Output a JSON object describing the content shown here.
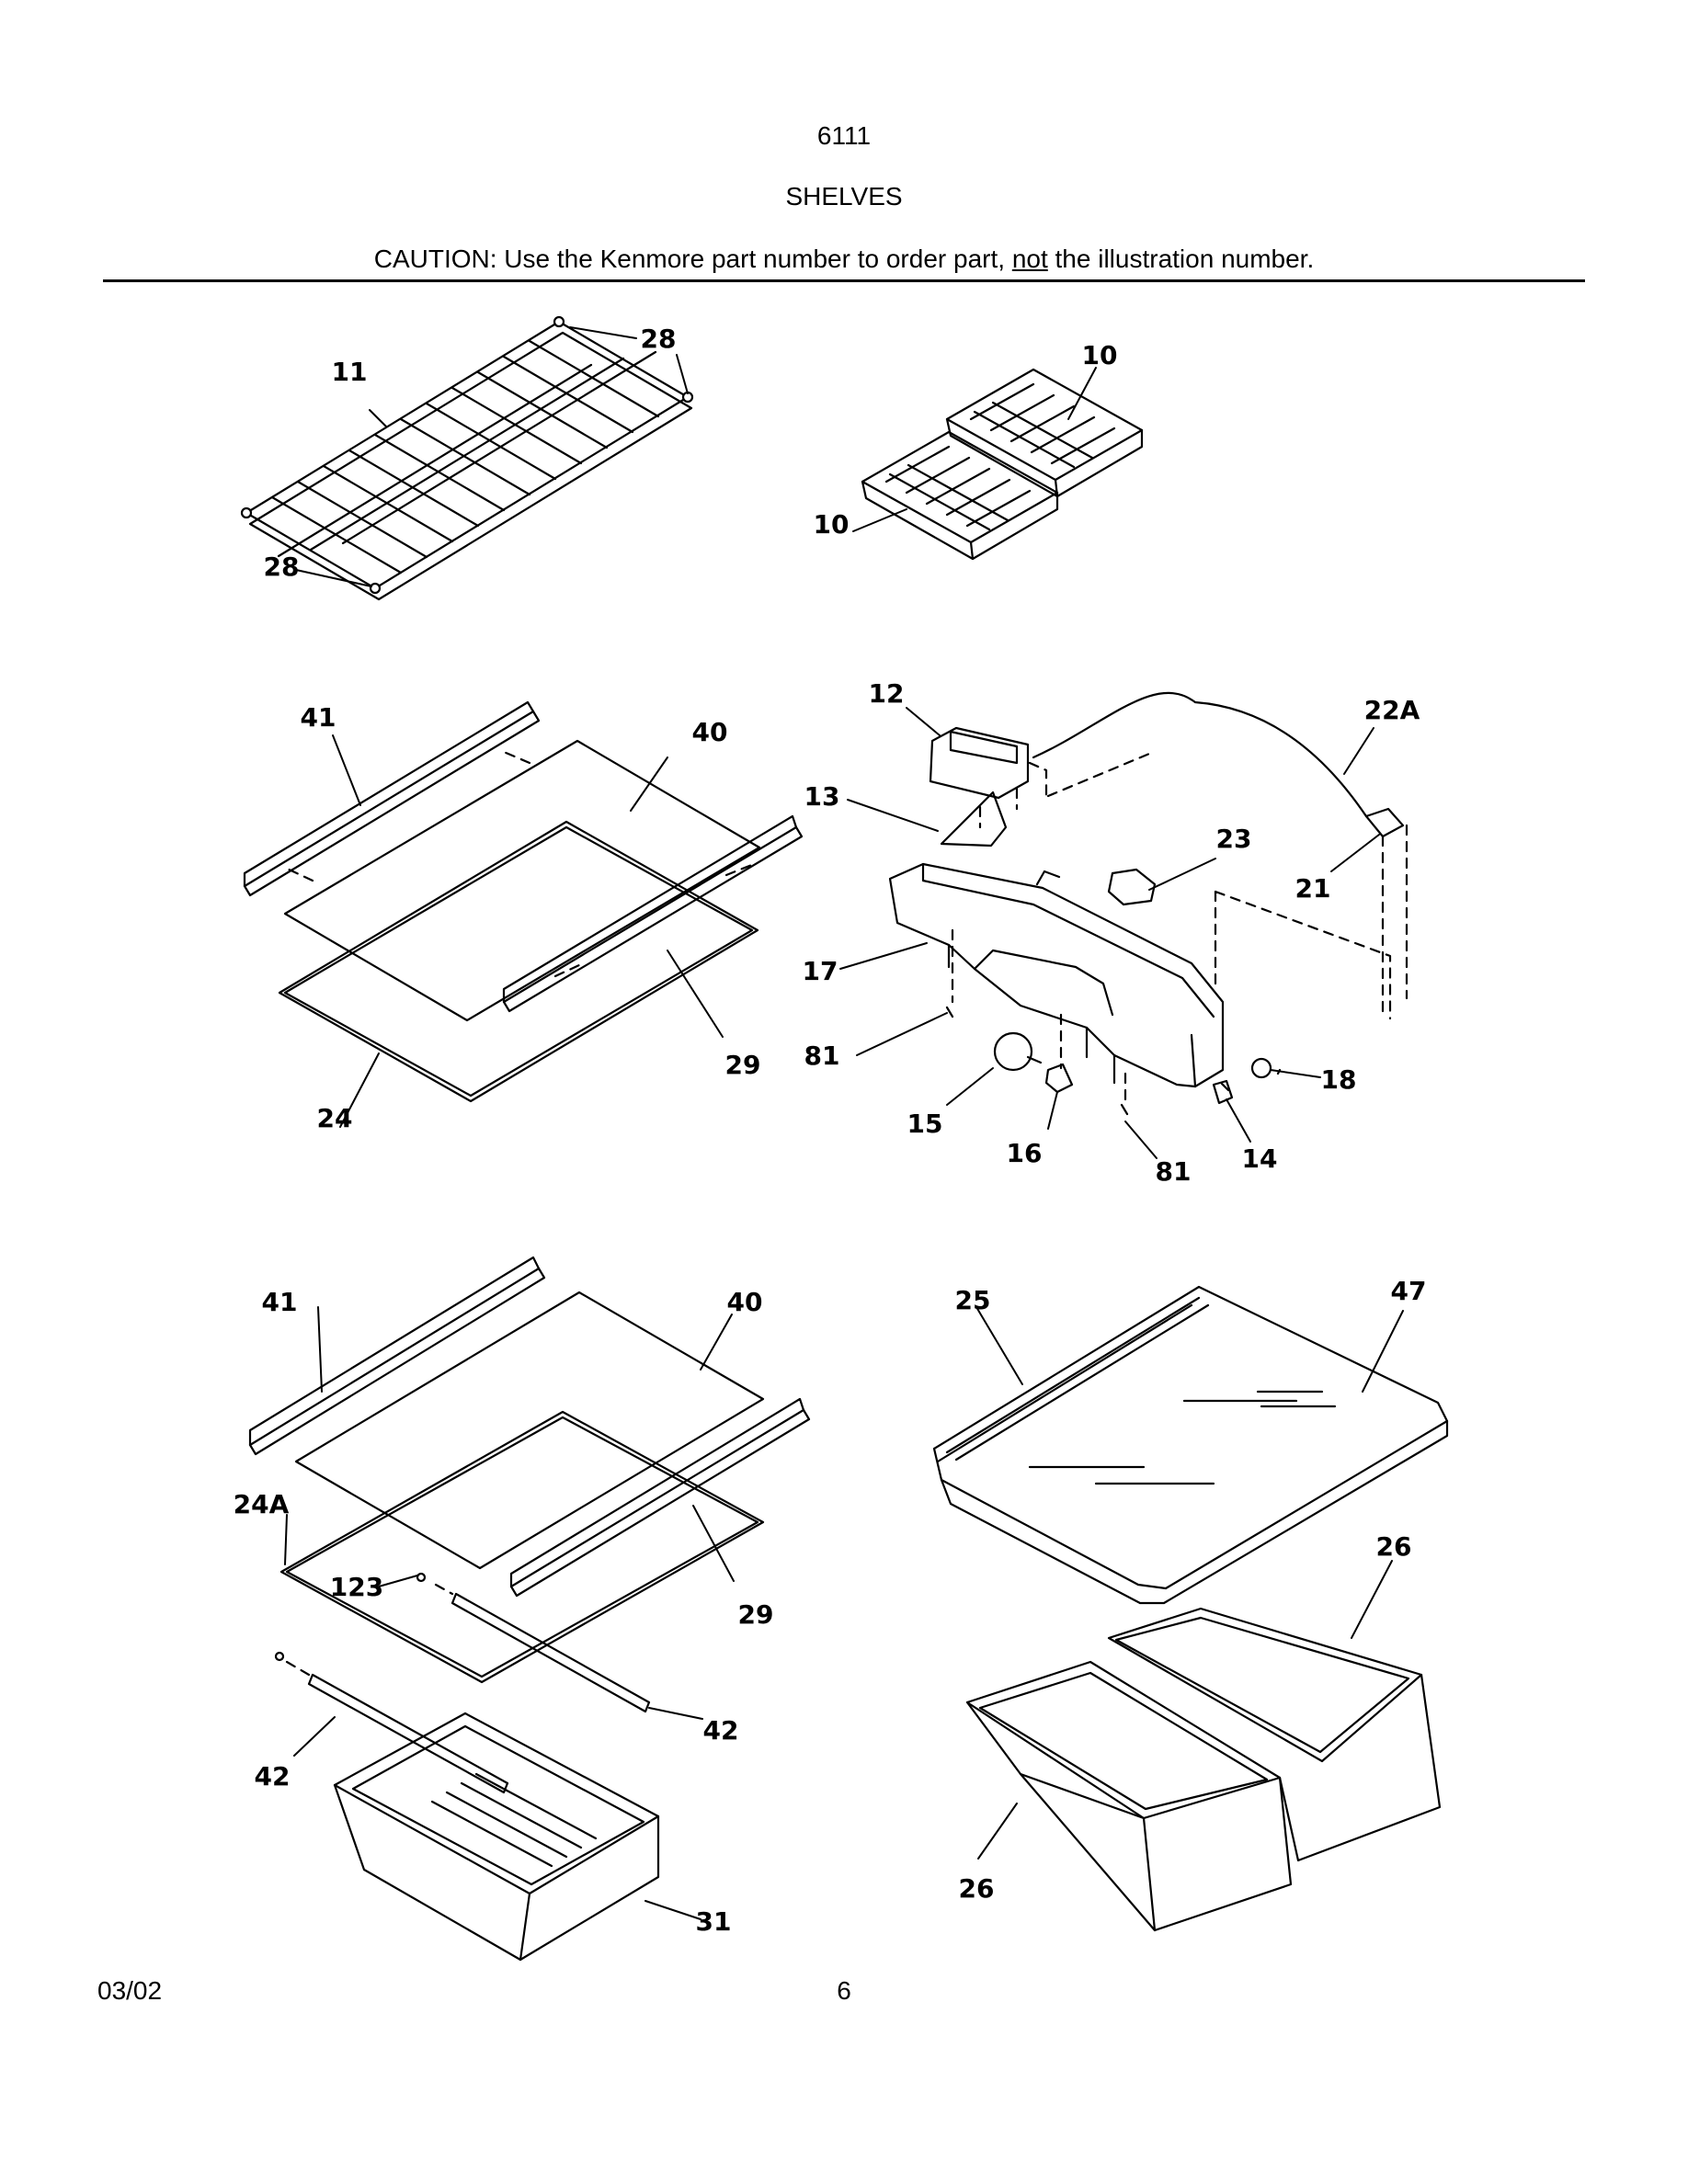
{
  "header": {
    "model": "6111",
    "section": "SHELVES",
    "caution_pre": "CAUTION: Use the Kenmore part number to order part, ",
    "caution_emph": "not",
    "caution_post": " the illustration number."
  },
  "callouts": {
    "c11": "11",
    "c28a": "28",
    "c28b": "28",
    "c10a": "10",
    "c10b": "10",
    "c41a": "41",
    "c40a": "40",
    "c29a": "29",
    "c24": "24",
    "c12": "12",
    "c13": "13",
    "c17": "17",
    "c81a": "81",
    "c15": "15",
    "c16": "16",
    "c81b": "81",
    "c14": "14",
    "c18": "18",
    "c21": "21",
    "c23": "23",
    "c22A": "22A",
    "c41b": "41",
    "c40b": "40",
    "c24A": "24A",
    "c123": "123",
    "c29b": "29",
    "c42a": "42",
    "c42b": "42",
    "c31": "31",
    "c25": "25",
    "c47": "47",
    "c26a": "26",
    "c26b": "26"
  },
  "footer": {
    "date": "03/02",
    "page": "6"
  }
}
